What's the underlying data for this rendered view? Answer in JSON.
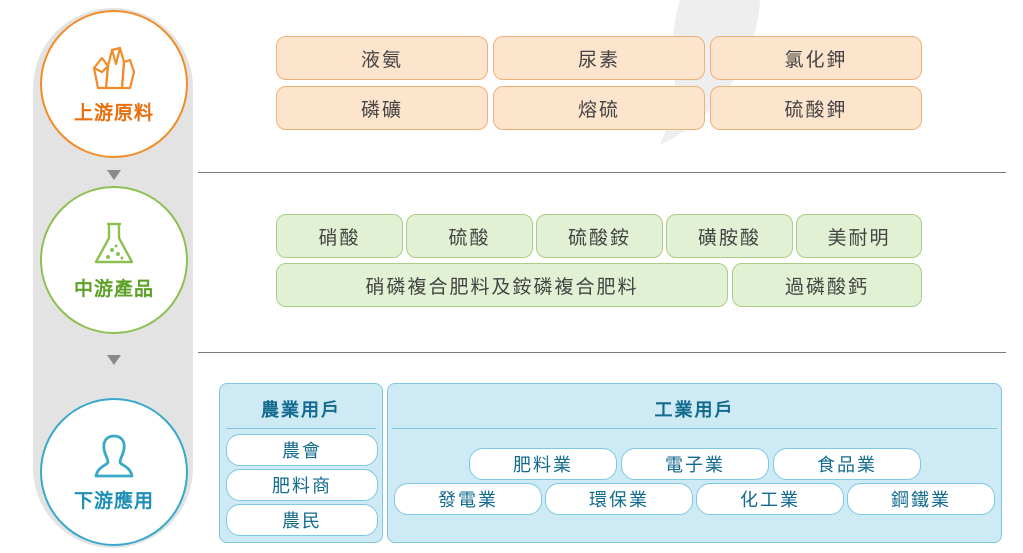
{
  "stages": {
    "upstream": {
      "label": "上游原料",
      "icon": "crystal-icon",
      "color": "#e86f0e"
    },
    "midstream": {
      "label": "中游產品",
      "icon": "flask-icon",
      "color": "#5da127"
    },
    "downstream": {
      "label": "下游應用",
      "icon": "user-icon",
      "color": "#1d8fb6"
    }
  },
  "upstream_items": [
    "液氨",
    "尿素",
    "氯化鉀",
    "磷礦",
    "熔硫",
    "硫酸鉀"
  ],
  "midstream_items": [
    "硝酸",
    "硫酸",
    "硫酸銨",
    "磺胺酸",
    "美耐明",
    "硝磷複合肥料及銨磷複合肥料",
    "過磷酸鈣"
  ],
  "downstream": {
    "agriculture": {
      "title": "農業用戶",
      "items": [
        "農會",
        "肥料商",
        "農民"
      ]
    },
    "industry": {
      "title": "工業用戶",
      "items": [
        "肥料業",
        "電子業",
        "食品業",
        "發電業",
        "環保業",
        "化工業",
        "鋼鐵業"
      ]
    }
  }
}
